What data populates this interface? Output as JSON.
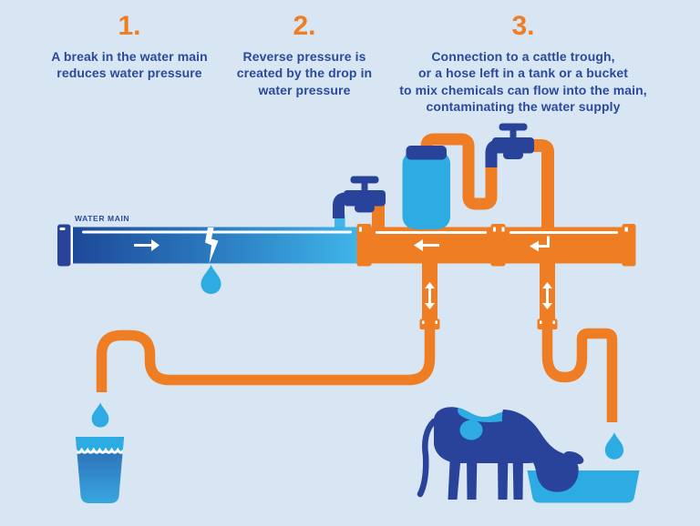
{
  "steps": [
    {
      "number": "1.",
      "text": "A break in the water main\nreduces water pressure"
    },
    {
      "number": "2.",
      "text": "Reverse pressure is\ncreated by the drop in\nwater pressure"
    },
    {
      "number": "3.",
      "text": "Connection to a cattle trough,\nor a hose left in a tank or a bucket\nto mix chemicals can flow into the main,\ncontaminating the water supply"
    }
  ],
  "labels": {
    "water_main": "WATER MAIN"
  },
  "icons": {
    "crack": "lightning-bolt crack in pipe",
    "water_drop": "teardrop droplet",
    "faucet": "tap valve with T-handle",
    "flow_right_arrow": "→",
    "flow_left_arrow": "←",
    "backflow_return_arrow": "↵",
    "two_way_arrow": "↕",
    "tank": "chemical tank with lid",
    "cup": "glass of drinking water",
    "cow": "cow drinking silhouette",
    "trough": "cattle trough basin",
    "hose": "looped hose pipe"
  },
  "colors": {
    "background": "#D8E5F3",
    "orange": "#EF7D23",
    "navy": "#2A439A",
    "lightblue": "#2CACE3",
    "waterblue": "#3FB5E9",
    "textblue": "#2B4A9B",
    "pipegrad1": "#1E4998",
    "pipegrad2": "#2B7BC0",
    "pipegrad3": "#3FB5E9",
    "cupgrad1": "#2A66AE",
    "cupgrad2": "#38A6DF"
  }
}
